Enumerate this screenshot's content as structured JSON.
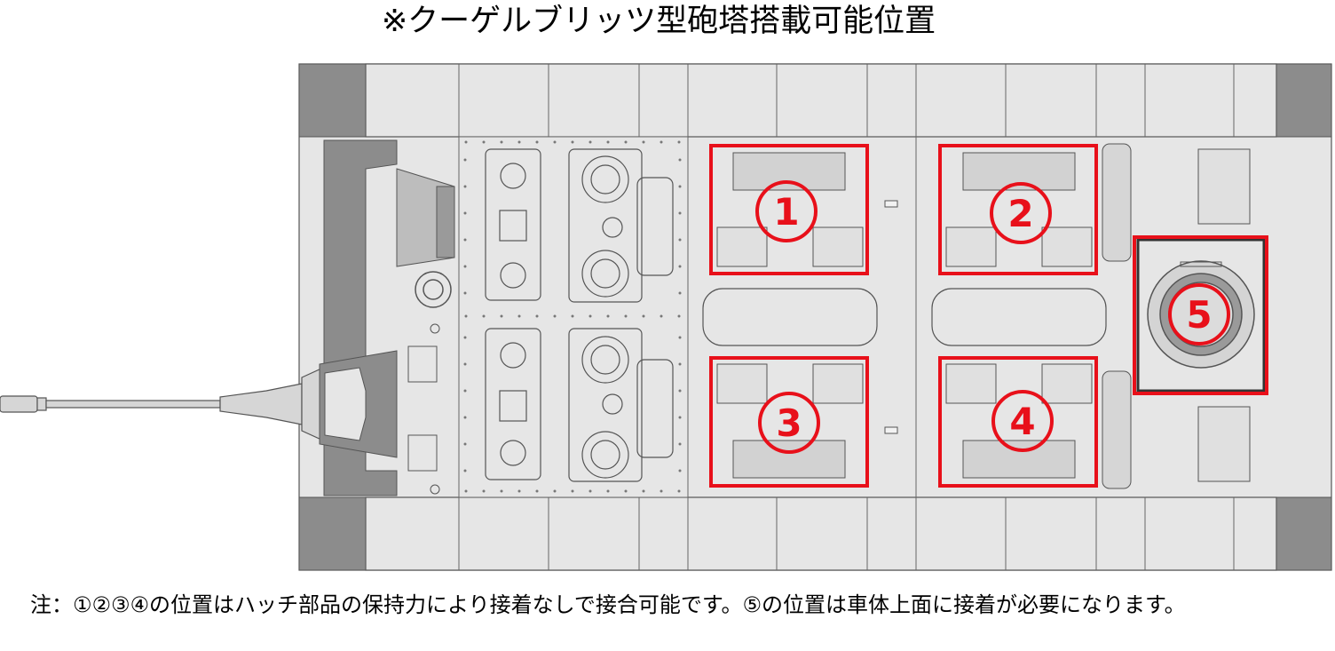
{
  "title": "※クーゲルブリッツ型砲塔搭載可能位置",
  "note": "注：①②③④の位置はハッチ部品の保持力により接着なしで接合可能です。⑤の位置は車体上面に接着が必要になります。",
  "positions": [
    {
      "label": "1"
    },
    {
      "label": "2"
    },
    {
      "label": "3"
    },
    {
      "label": "4"
    },
    {
      "label": "5"
    }
  ],
  "colors": {
    "highlight": "#e8101a",
    "turret_box": "#333333",
    "hull_fill": "#e6e6e6",
    "hull_dark": "#8c8c8c",
    "outline": "#555555"
  }
}
